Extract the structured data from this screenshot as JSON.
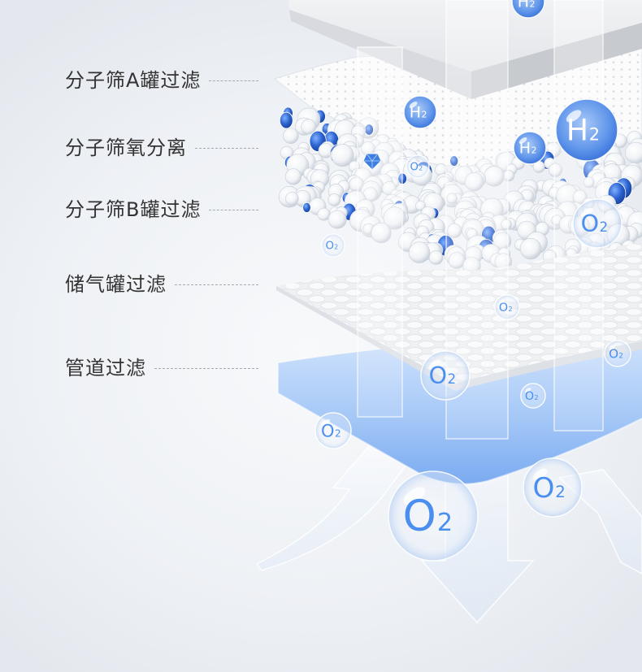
{
  "labels": [
    {
      "text": "分子筛A罐过滤"
    },
    {
      "text": "分子筛氧分离"
    },
    {
      "text": "分子筛B罐过滤"
    },
    {
      "text": "储气罐过滤"
    },
    {
      "text": "管道过滤"
    }
  ],
  "bubbles": {
    "o2": {
      "base": "O",
      "sub": "2"
    },
    "h2": {
      "base": "H",
      "sub": "2"
    }
  },
  "colors": {
    "label_text": "#333333",
    "accent_blue": "#4a8ff0",
    "filter_layer_blue": "#8ab8f5"
  }
}
